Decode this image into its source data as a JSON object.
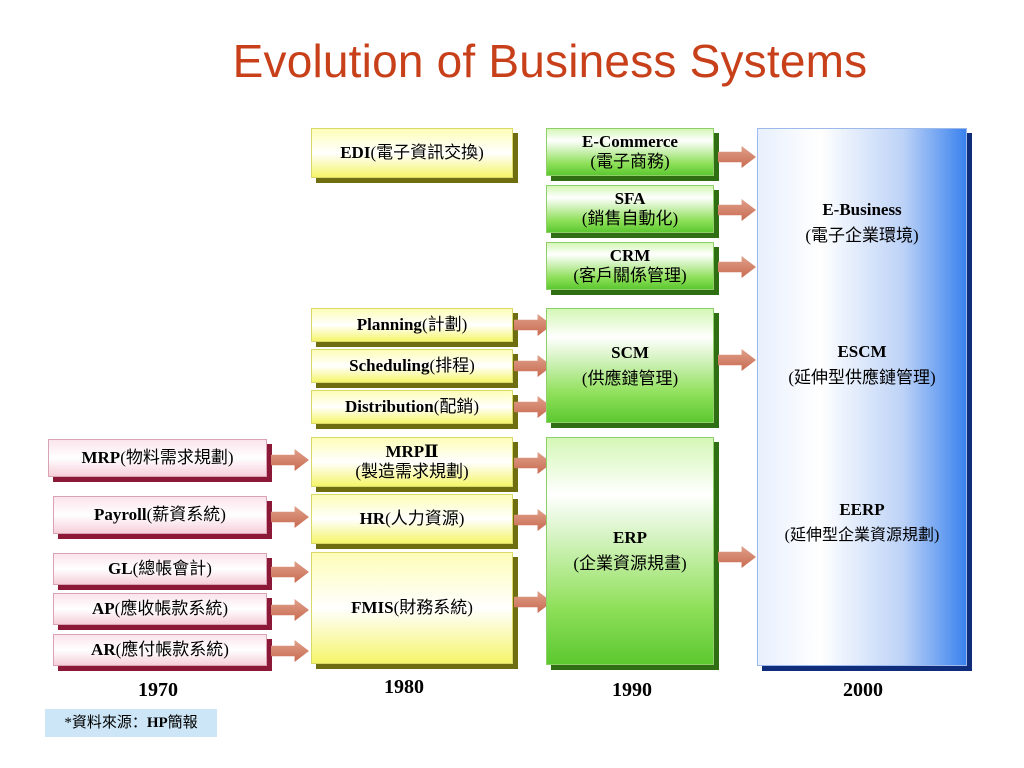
{
  "title": "Evolution of Business Systems",
  "col1970": {
    "mrp": {
      "en": "MRP",
      "zh": "(物料需求規劃)"
    },
    "payroll": {
      "en": "Payroll",
      "zh": "(薪資系統)"
    },
    "gl": {
      "en": "GL",
      "zh": "(總帳會計)"
    },
    "ap": {
      "en": "AP",
      "zh": "(應收帳款系統)"
    },
    "ar": {
      "en": "AR",
      "zh": "(應付帳款系統)"
    }
  },
  "col1980": {
    "edi": {
      "en": "EDI",
      "zh": "(電子資訊交換)"
    },
    "planning": {
      "en": "Planning",
      "zh": "(計劃)"
    },
    "scheduling": {
      "en": "Scheduling",
      "zh": "(排程)"
    },
    "distribution": {
      "en": "Distribution",
      "zh": "(配銷)"
    },
    "mrp2": {
      "en": "MRPⅡ",
      "zh": "(製造需求規劃)"
    },
    "hr": {
      "en": "HR",
      "zh": "(人力資源)"
    },
    "fmis": {
      "en": "FMIS",
      "zh": "(財務系統)"
    }
  },
  "col1990": {
    "ecommerce": {
      "en": "E-Commerce",
      "zh": "(電子商務)"
    },
    "sfa": {
      "en": "SFA",
      "zh": "(銷售自動化)"
    },
    "crm": {
      "en": "CRM",
      "zh": "(客戶關係管理)"
    },
    "scm": {
      "en": "SCM",
      "zh": "(供應鏈管理)"
    },
    "erp": {
      "en": "ERP",
      "zh": "(企業資源規畫)"
    }
  },
  "col2000": {
    "ebusiness": {
      "en": "E-Business",
      "zh": "(電子企業環境)"
    },
    "escm": {
      "en": "ESCM",
      "zh": "(延伸型供應鏈管理)"
    },
    "eerp": {
      "en": "EERP",
      "zh": "(延伸型企業資源規劃)"
    }
  },
  "years": [
    "1970",
    "1980",
    "1990",
    "2000"
  ],
  "source": {
    "prefix": "*資料來源：",
    "name": "HP",
    "suffix": "簡報"
  },
  "colors": {
    "title": "#c8401a",
    "pink": "#f6cfda",
    "yellow": "#f5f56a",
    "green": "#5cc830",
    "blue": "#3a82ee",
    "arrow": "#c86a50",
    "source_bg": "#cde6f7"
  }
}
